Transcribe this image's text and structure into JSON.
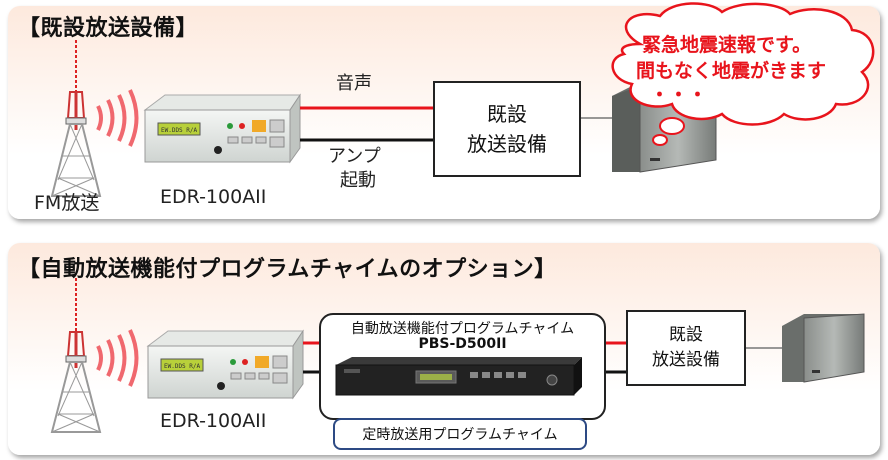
{
  "top": {
    "heading": "【既設放送設備】",
    "fm_label": "FM放送",
    "receiver_label": "EDR-100AII",
    "audio_label": "音声",
    "amp_label_line1": "アンプ",
    "amp_label_line2": "起動",
    "equipment_line1": "既設",
    "equipment_line2": "放送設備",
    "bubble_line1": "緊急地震速報です。",
    "bubble_line2": "間もなく地震がきます",
    "bubble_line3": "・・・",
    "receiver_display": "EW.DDS R/A"
  },
  "bottom": {
    "heading": "【自動放送機能付プログラムチャイムのオプション】",
    "receiver_label": "EDR-100AII",
    "chime_title": "自動放送機能付プログラムチャイム",
    "chime_model": "PBS-D500II",
    "timer_label": "定時放送用プログラムチャイム",
    "equipment_line1": "既設",
    "equipment_line2": "放送設備",
    "receiver_display": "EW.DDS R/A"
  },
  "colors": {
    "audio_line": "#e8141c",
    "control_line": "#111111",
    "panel_fill": "#fde9dd",
    "bubble_text": "#e8141c"
  }
}
